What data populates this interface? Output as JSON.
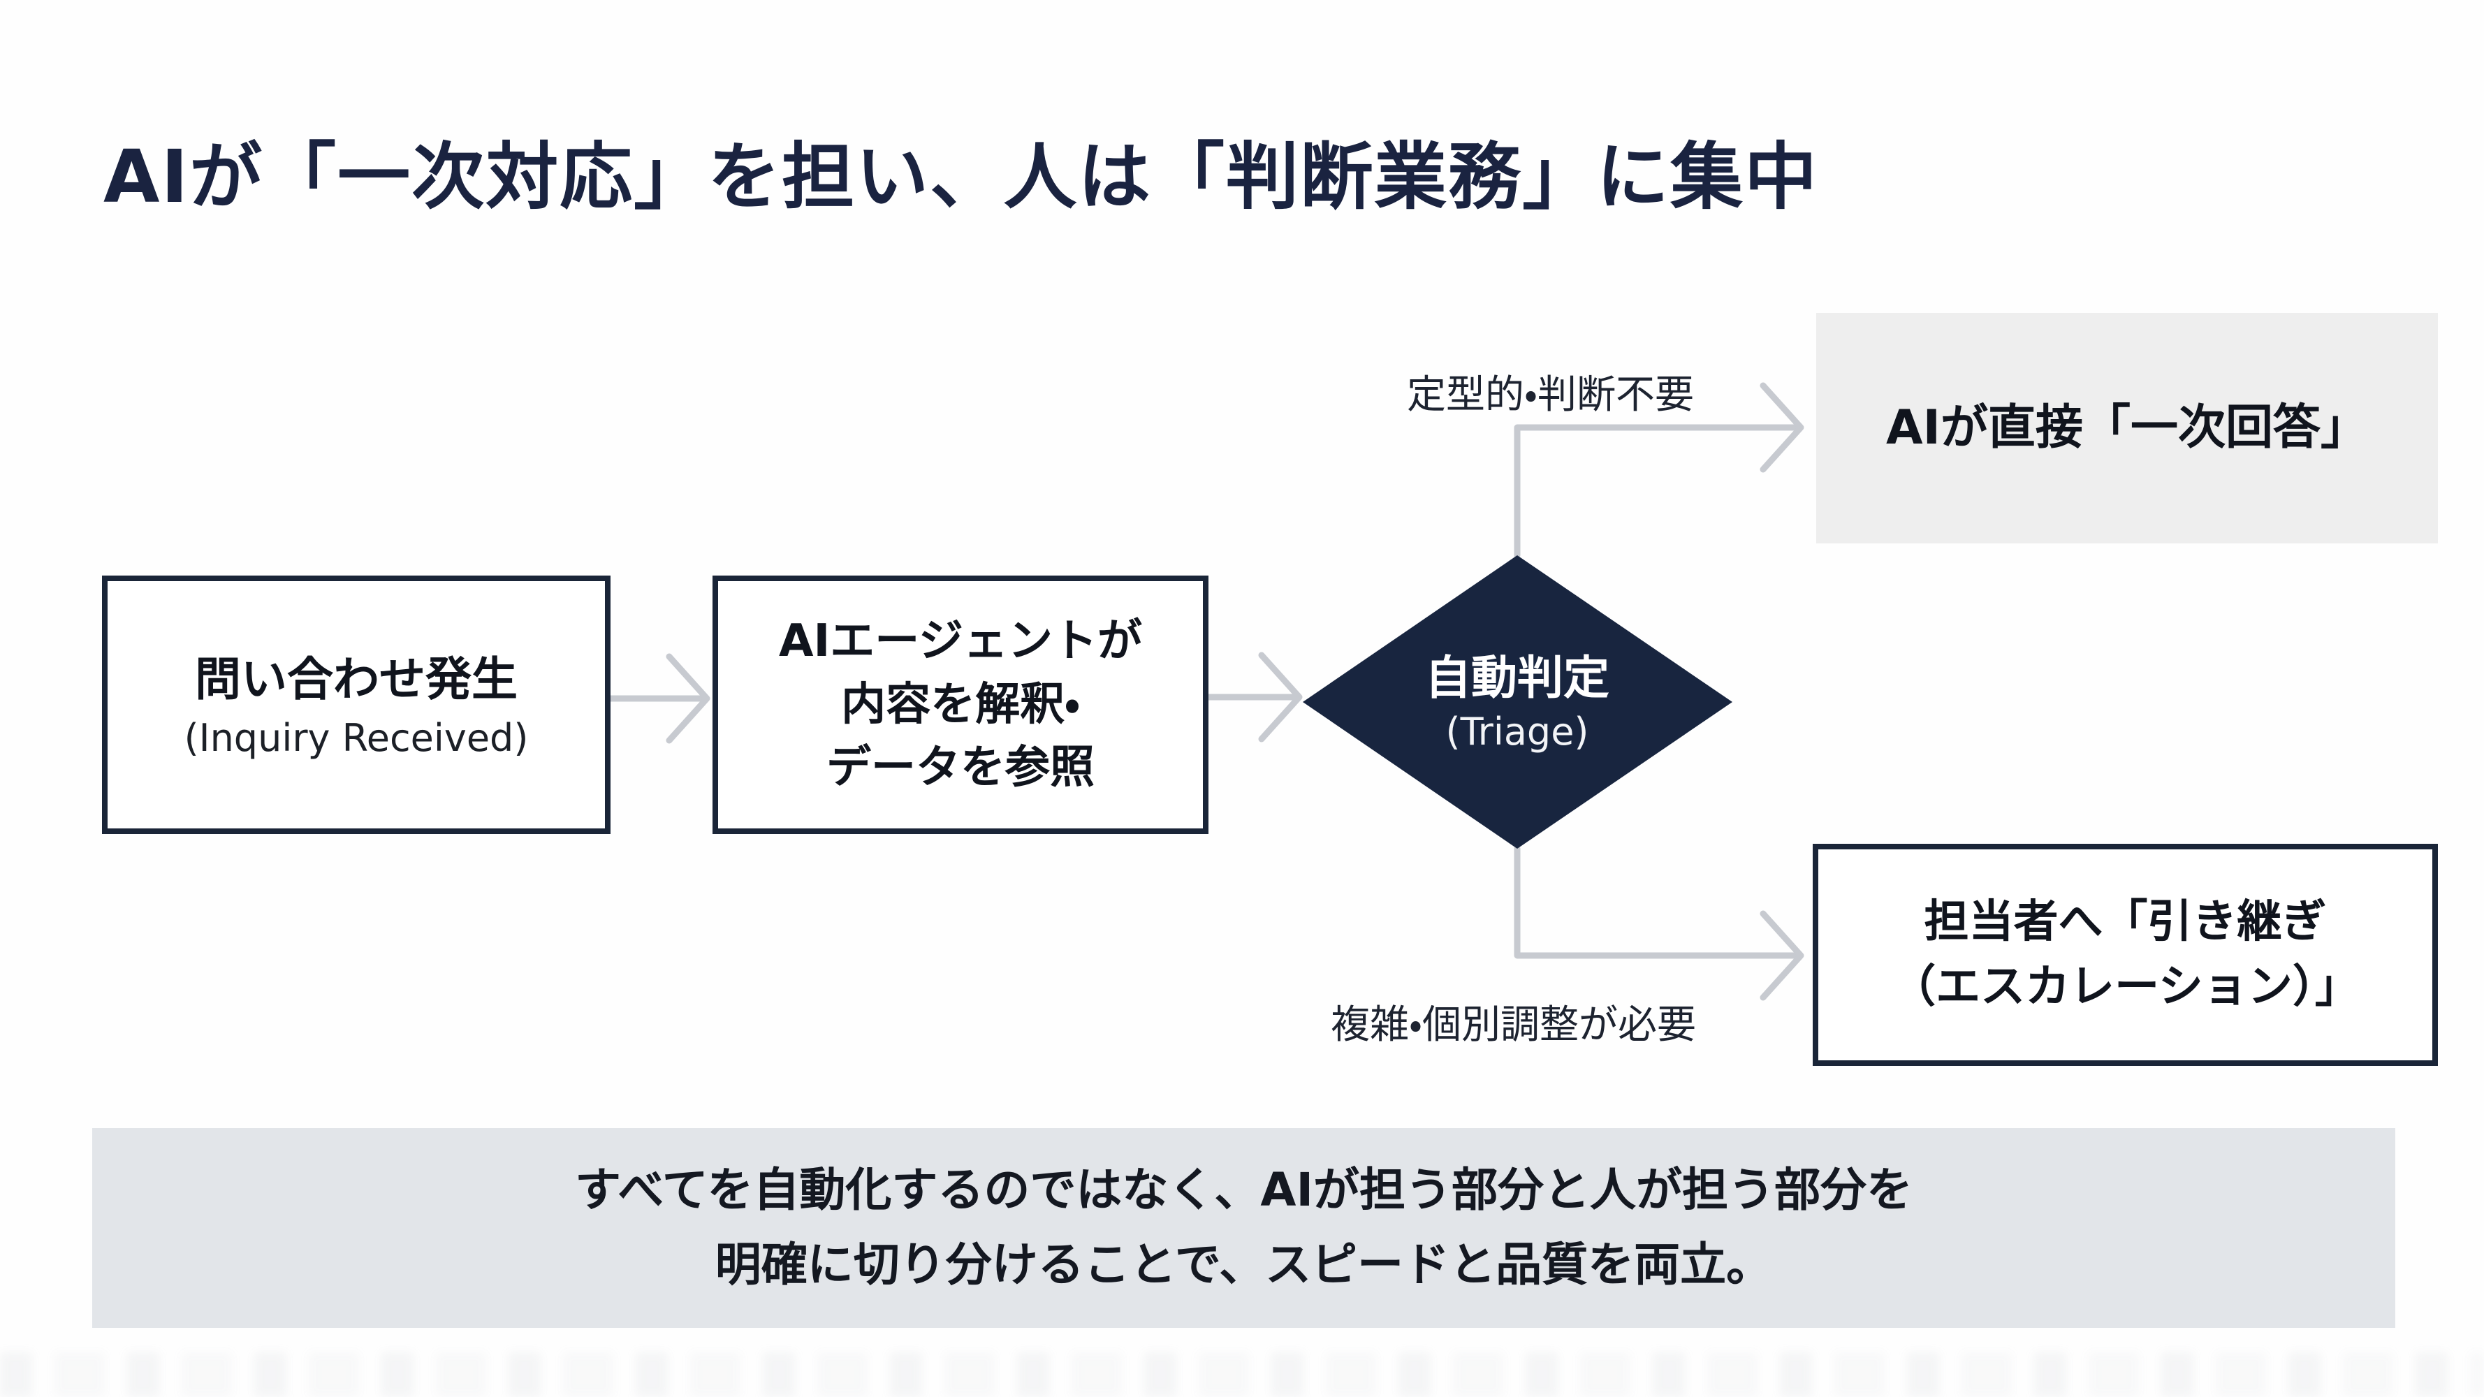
{
  "slide": {
    "title": "AIが「一次対応」を担い、人は「判断業務」に集中"
  },
  "flowchart": {
    "inquiry_box": {
      "main": "問い合わせ発生",
      "sub": "(Inquiry Received)"
    },
    "agent_box": {
      "line1": "AIエージェントが",
      "line2": "内容を解釈・",
      "line3": "データを参照"
    },
    "triage_diamond": {
      "main": "自動判定",
      "sub": "(Triage)"
    },
    "top_branch": {
      "condition_label": "定型的・判断不要",
      "result": "AIが直接「一次回答」"
    },
    "bottom_branch": {
      "condition_label": "複雑・個別調整が必要",
      "result_line1": "担当者へ「引き継ぎ",
      "result_line2": "（エスカレーション）」"
    }
  },
  "footer": {
    "line1": "すべてを自動化するのではなく、AIが担う部分と人が担う部分を",
    "line2": "明確に切り分けることで、スピードと品質を両立。"
  },
  "colors": {
    "diamond_navy": "#18253f",
    "box_border_navy": "#1a2538",
    "arrow_gray": "#c7cad0",
    "footer_band_bg": "#e2e5e9",
    "result_box_bg": "#eeeeee",
    "title_text": "#1a2340"
  }
}
